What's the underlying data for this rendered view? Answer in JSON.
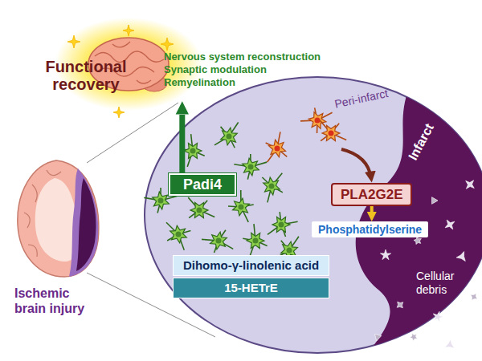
{
  "diagram": {
    "nodes": [
      {
        "text": [
          "Functional recovery",
          "Nervous system reconstruction Synaptic modulation Remyelination"
        ]
      },
      {
        "text": [
          "Padi4"
        ]
      },
      {
        "text": [
          "PLA2G2E"
        ]
      },
      {
        "text": [
          "Phosphatidylserine"
        ]
      },
      {
        "text": [
          "Dihomo-γ-linolenic acid"
        ]
      },
      {
        "text": [
          "15-HETrE"
        ]
      }
    ],
    "edges": [
      {
        "from": 1,
        "to": 0,
        "arrow": "to"
      },
      {
        "from": 2,
        "to": 3,
        "arrow": "to"
      }
    ],
    "labels": [
      "Peri-infarct",
      "Infarct",
      "Cellular debris",
      "Ischemic brain injury"
    ]
  }
}
